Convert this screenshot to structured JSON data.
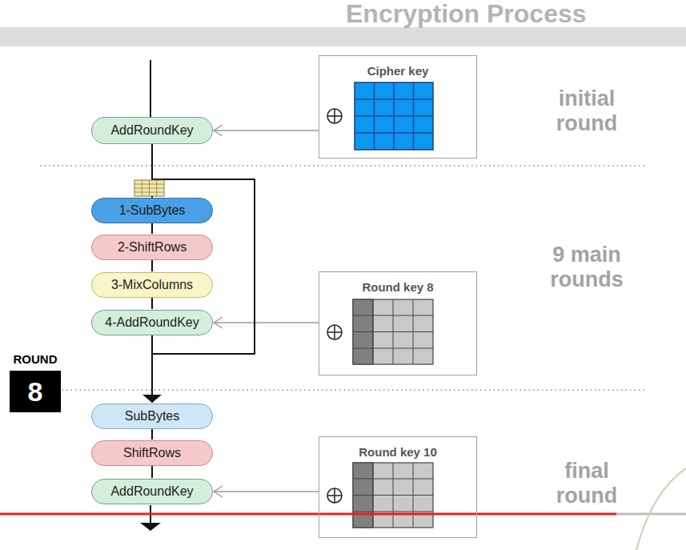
{
  "diagram": {
    "title": "Encryption Process",
    "nodes": [
      {
        "text": [
          "AddRoundKey"
        ]
      },
      {
        "text": [
          "Cipher key"
        ]
      },
      {
        "text": [
          "1-SubBytes"
        ]
      },
      {
        "text": [
          "2-ShiftRows"
        ]
      },
      {
        "text": [
          "3-MixColumns"
        ]
      },
      {
        "text": [
          "4-AddRoundKey"
        ]
      },
      {
        "text": [
          "Round key 8"
        ]
      },
      {
        "text": [
          "ROUND",
          "8"
        ]
      },
      {
        "text": [
          "SubBytes"
        ]
      },
      {
        "text": [
          "ShiftRows"
        ]
      },
      {
        "text": [
          "AddRoundKey"
        ]
      },
      {
        "text": [
          "Round key 10"
        ]
      }
    ],
    "edges": [
      {
        "from": 1,
        "to": 0,
        "arrow": "to"
      },
      {
        "from": 0,
        "to": 2,
        "arrow": "none"
      },
      {
        "from": 2,
        "to": 3,
        "arrow": "none"
      },
      {
        "from": 3,
        "to": 4,
        "arrow": "none"
      },
      {
        "from": 4,
        "to": 5,
        "arrow": "none"
      },
      {
        "from": 6,
        "to": 5,
        "arrow": "to"
      },
      {
        "from": 5,
        "to": 2,
        "arrow": "none"
      },
      {
        "from": 5,
        "to": 8,
        "arrow": "to"
      },
      {
        "from": 8,
        "to": 9,
        "arrow": "none"
      },
      {
        "from": 9,
        "to": 10,
        "arrow": "none"
      },
      {
        "from": 11,
        "to": 10,
        "arrow": "to"
      }
    ],
    "labels": [
      "initial round",
      "9 main rounds",
      "final round"
    ]
  }
}
